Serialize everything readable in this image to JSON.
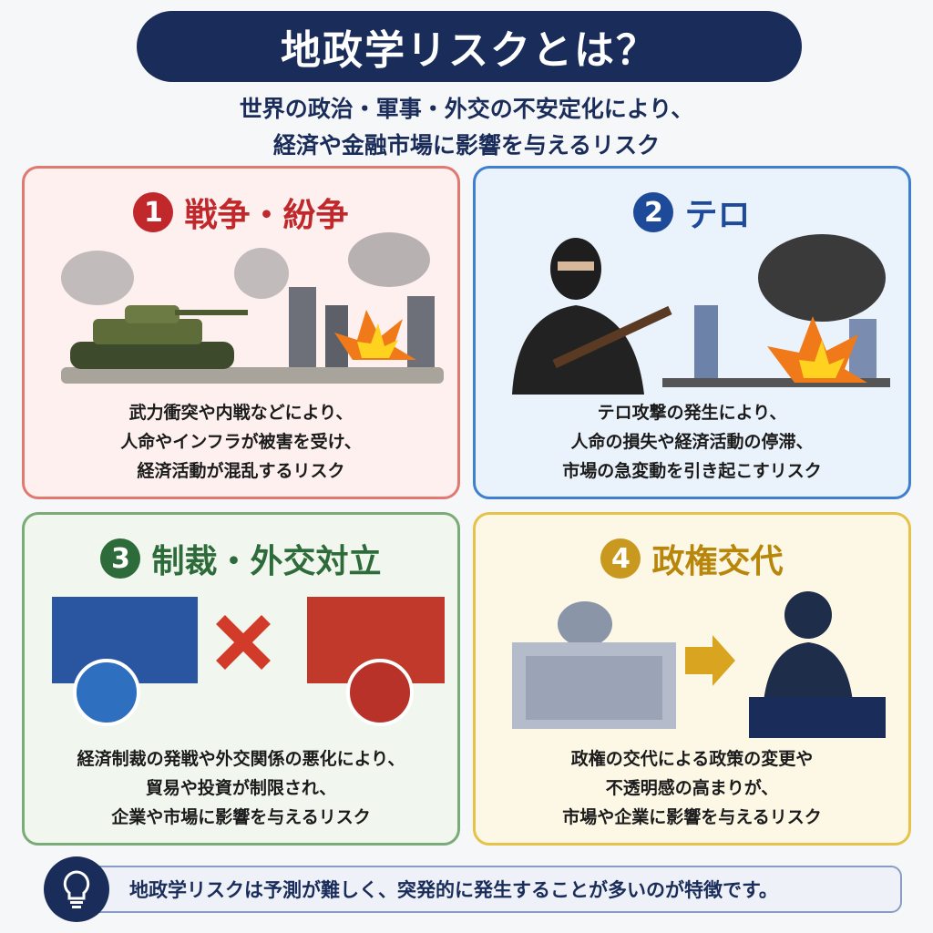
{
  "header": {
    "title": "地政学リスクとは？",
    "subtitle_lines": [
      "世界の政治・軍事・外交の不安定化により、",
      "経済や金融市場に影響を与えるリスク"
    ]
  },
  "cards": [
    {
      "number": "1",
      "title": "戦争・紛争",
      "color": "#c0282b",
      "lines": [
        "武力衝突や内戦などにより、",
        "人命やインフラが被害を受け、",
        "経済活動が混乱するリスク"
      ]
    },
    {
      "number": "2",
      "title": "テロ",
      "color": "#1e4a9a",
      "lines": [
        "テロ攻撃の発生により、",
        "人命の損失や経済活動の停滞、",
        "市場の急変動を引き起こすリスク"
      ]
    },
    {
      "number": "3",
      "title": "制裁・外交対立",
      "color": "#2e6b3a",
      "lines": [
        "経済制裁の発戦や外交関係の悪化により、",
        "貿易や投資が制限され、",
        "企業や市場に影響を与えるリスク"
      ]
    },
    {
      "number": "4",
      "title": "政権交代",
      "color": "#b8860b",
      "lines": [
        "政権の交代による政策の変更や",
        "不透明感の高まりが、",
        "市場や企業に影響を与えるリスク"
      ]
    }
  ],
  "footer": {
    "icon": "lightbulb-icon",
    "text": "地政学リスクは予測が難しく、突発的に発生することが多いのが特徴です。"
  }
}
